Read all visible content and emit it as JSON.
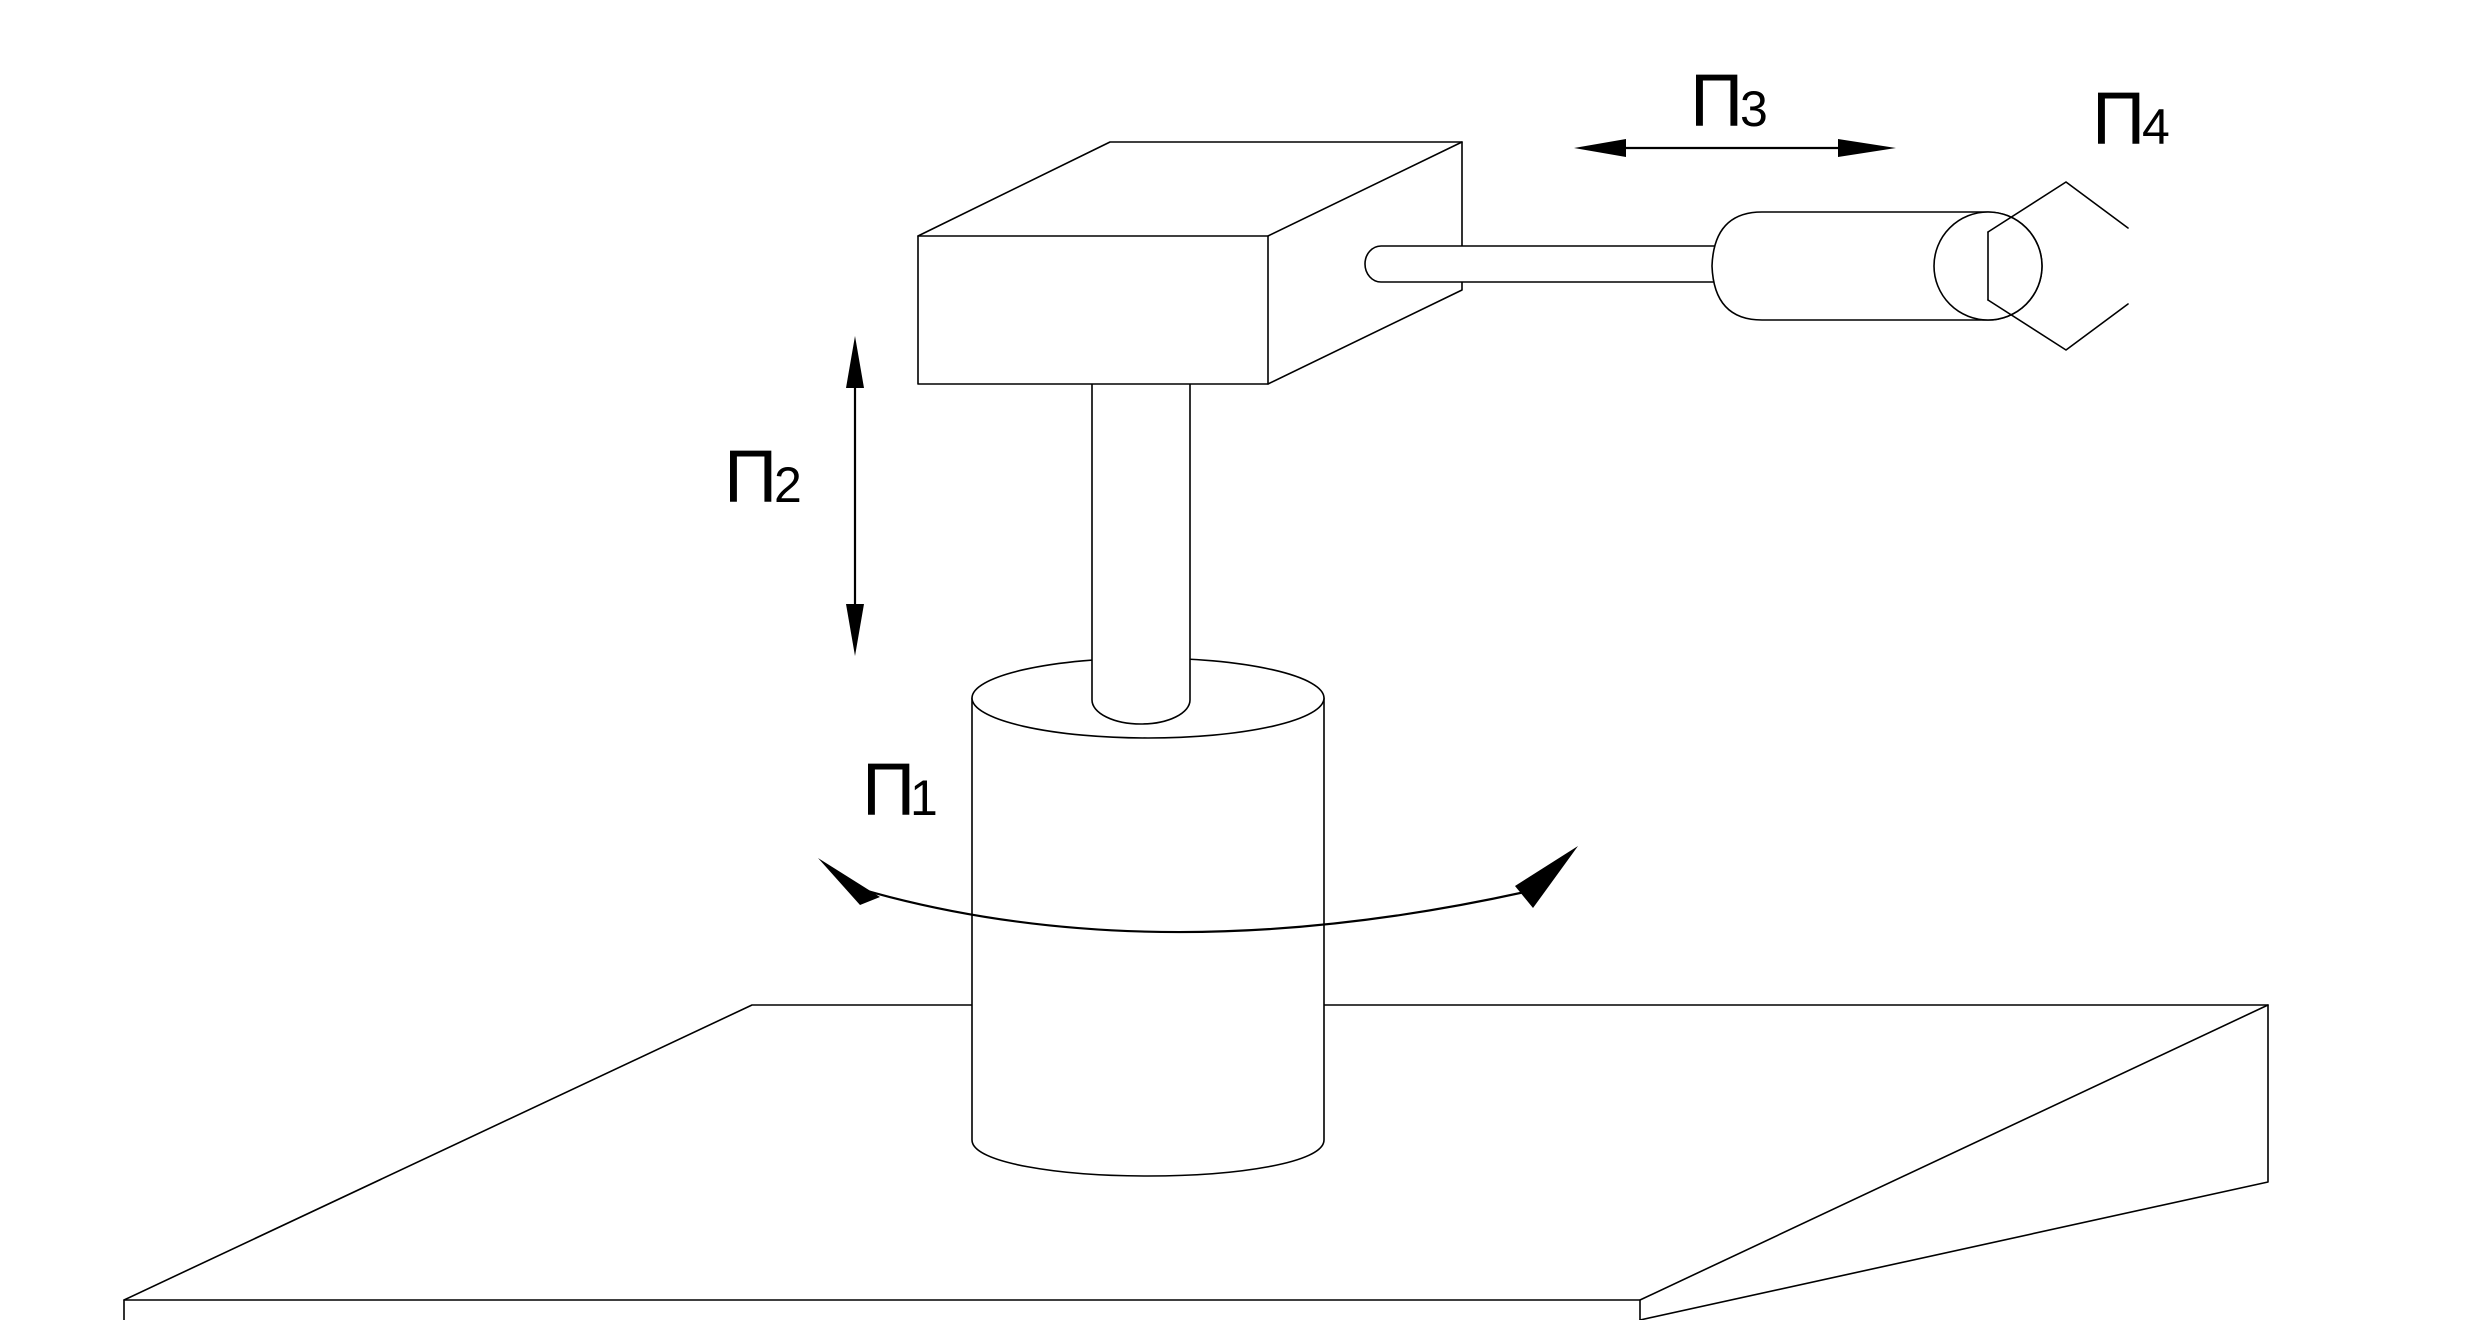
{
  "labels": {
    "p1": {
      "letter": "П",
      "index": "1"
    },
    "p2": {
      "letter": "П",
      "index": "2"
    },
    "p3": {
      "letter": "П",
      "index": "3"
    },
    "p4": {
      "letter": "П",
      "index": "4"
    }
  }
}
